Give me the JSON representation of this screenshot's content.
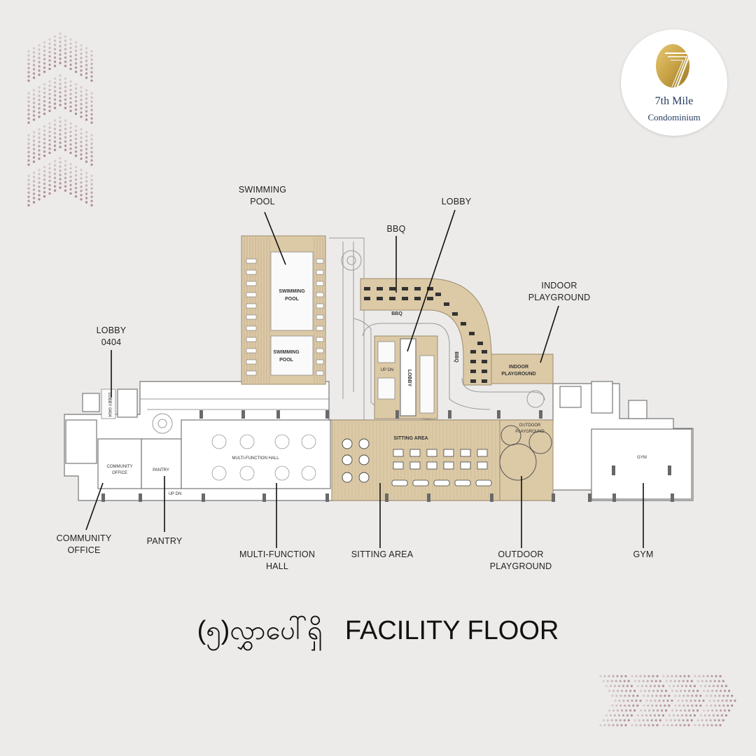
{
  "brand": {
    "line1": "7th Mile",
    "line2": "Condominium",
    "colors": {
      "gold": "#c9a447",
      "navy": "#243a5e"
    }
  },
  "title": {
    "myanmar": "(၅)လွှာပေါ်ရှိ",
    "english": "FACILITY FLOOR"
  },
  "callouts": {
    "swimming_pool": [
      "SWIMMING",
      "POOL"
    ],
    "lobby_top": [
      "LOBBY"
    ],
    "bbq": [
      "BBQ"
    ],
    "indoor_playground": [
      "INDOOR",
      "PLAYGROUND"
    ],
    "lobby_0404": [
      "LOBBY",
      "0404"
    ],
    "community_office": [
      "COMMUNITY",
      "OFFICE"
    ],
    "pantry": [
      "PANTRY"
    ],
    "multi_function_hall": [
      "MULTI-FUNCTION",
      "HALL"
    ],
    "sitting_area": [
      "SITTING AREA"
    ],
    "outdoor_playground": [
      "OUTDOOR",
      "PLAYGROUND"
    ],
    "gym": [
      "GYM"
    ]
  },
  "plan_labels": {
    "pool_1": [
      "SWIMMING",
      "POOL"
    ],
    "pool_2": [
      "SWIMMING",
      "POOL"
    ],
    "bbq_top": "BBQ",
    "bbq_side": "BBQ",
    "lobby": "LOBBY",
    "up_dn": "UP DN",
    "indoor_playground": [
      "INDOOR",
      "PLAYGROUND"
    ],
    "lobby_0404": "LOBBY 0404",
    "sitting_area": "SITTING AREA",
    "outdoor_playground": [
      "OUTDOOR",
      "PLAYGROUND"
    ],
    "community_office": [
      "COMMUNITY",
      "OFFICE"
    ],
    "pantry": "PANTRY",
    "multi_function_hall": "MULTI-FUNCTION HALL",
    "gym": "GYM"
  }
}
